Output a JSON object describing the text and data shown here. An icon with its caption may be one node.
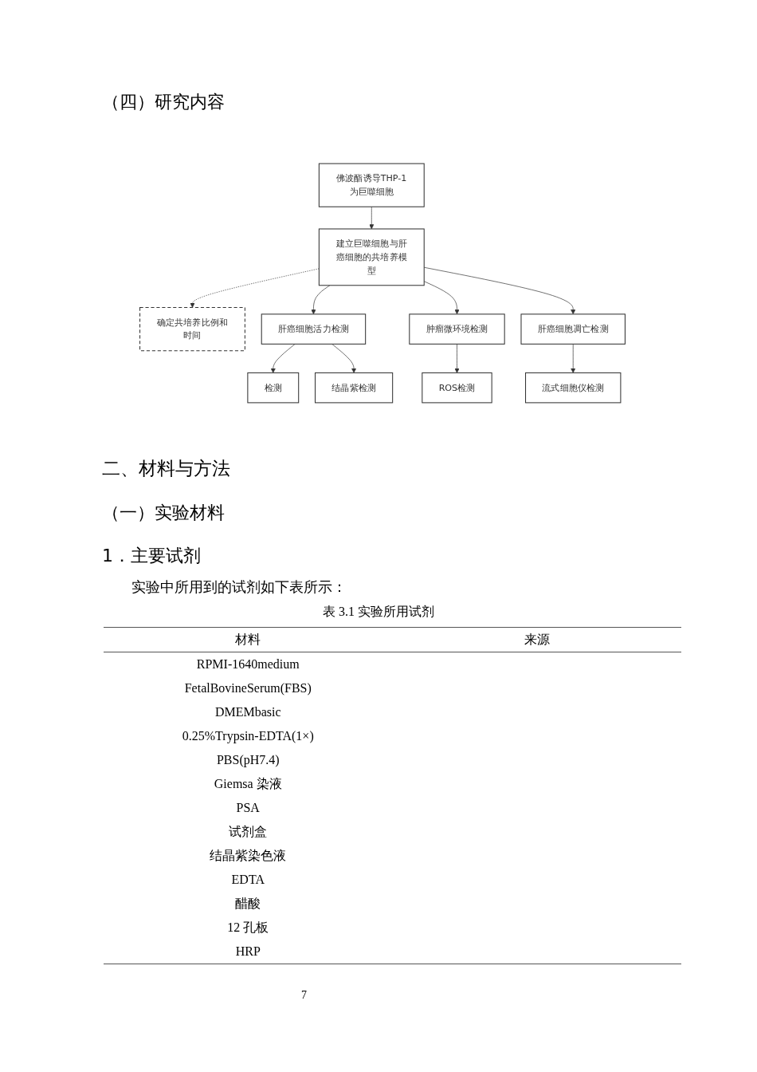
{
  "diagram": {
    "title": "（四）研究内容",
    "nodes": [
      {
        "text": [
          "佛波酯诱导THP-1为巨噬细胞"
        ]
      },
      {
        "text": [
          "建立巨噬细胞与肝癌细胞的共培养模型"
        ]
      },
      {
        "text": [
          "确定共培养比例和时间"
        ]
      },
      {
        "text": [
          "肝癌细胞活力检测"
        ]
      },
      {
        "text": [
          "肿瘤微环境检测"
        ]
      },
      {
        "text": [
          "肝癌细胞凋亡检测"
        ]
      },
      {
        "text": [
          "检测"
        ]
      },
      {
        "text": [
          "结晶紫检测"
        ]
      },
      {
        "text": [
          "ROS检测"
        ]
      },
      {
        "text": [
          "流式细胞仪检测"
        ]
      }
    ],
    "edges": [
      {
        "from": 0,
        "to": 1,
        "arrow": "to"
      },
      {
        "from": 1,
        "to": 2,
        "arrow": "to",
        "style": "dashed"
      },
      {
        "from": 1,
        "to": 3,
        "arrow": "to"
      },
      {
        "from": 1,
        "to": 4,
        "arrow": "to"
      },
      {
        "from": 1,
        "to": 5,
        "arrow": "to"
      },
      {
        "from": 3,
        "to": 6,
        "arrow": "to"
      },
      {
        "from": 3,
        "to": 7,
        "arrow": "to"
      },
      {
        "from": 4,
        "to": 8,
        "arrow": "to"
      },
      {
        "from": 5,
        "to": 9,
        "arrow": "to"
      }
    ],
    "labels": [
      "二、材料与方法",
      "（一）实验材料",
      "1．主要试剂",
      "实验中所用到的试剂如下表所示：",
      "表 3.1 实验所用试剂",
      "材料",
      "来源",
      "RPMI-1640medium",
      "FetalBovineSerum(FBS)",
      "DMEMbasic",
      "0.25%Trypsin-EDTA(1×)",
      "PBS(pH7.4)",
      "Giemsa 染液",
      "PSA",
      "试剂盒",
      "结晶紫染色液",
      "EDTA",
      "醋酸",
      "12 孔板",
      "HRP",
      "7"
    ]
  }
}
